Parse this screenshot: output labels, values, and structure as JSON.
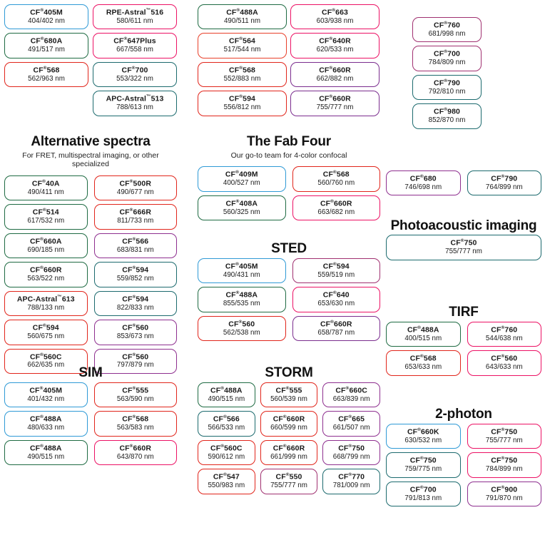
{
  "palette": {
    "blue": "#2f9ad6",
    "green": "#1f6b43",
    "teal": "#1c6a6e",
    "red": "#e1251b",
    "orange_red": "#e8402a",
    "magenta": "#ec1164",
    "pink": "#e6007e",
    "purple": "#8e2f8f",
    "violet": "#7b2d8e",
    "plum": "#a03070",
    "text": "#1a1a1a"
  },
  "sections": [
    {
      "id": "top-a",
      "title": "",
      "subtitle": "",
      "columns": 1,
      "chips": [
        {
          "name": "CF",
          "reg": "®",
          "code": "405M",
          "value": "404/402 nm",
          "color": "#2f9ad6"
        },
        {
          "name": "CF",
          "reg": "®",
          "code": "680A",
          "value": "491/517 nm",
          "color": "#1f6b43"
        },
        {
          "name": "CF",
          "reg": "®",
          "code": "568",
          "value": "562/963 nm",
          "color": "#e1251b"
        }
      ]
    },
    {
      "id": "top-b",
      "title": "",
      "subtitle": "",
      "columns": 1,
      "chips": [
        {
          "name": "RPE-Astral",
          "reg": "™",
          "code": "516",
          "value": "580/611 nm",
          "color": "#ec1164"
        },
        {
          "name": "CF",
          "reg": "®",
          "code": "647Plus",
          "value": "667/558 nm",
          "color": "#ec1164"
        },
        {
          "name": "CF",
          "reg": "®",
          "code": "700",
          "value": "553/322 nm",
          "color": "#1c6a6e"
        },
        {
          "name": "APC-Astral",
          "reg": "™",
          "code": "513",
          "value": "788/613 nm",
          "color": "#1c6a6e"
        }
      ]
    },
    {
      "id": "top-c",
      "title": "",
      "subtitle": "",
      "columns": 1,
      "chips": [
        {
          "name": "CF",
          "reg": "®",
          "code": "488A",
          "value": "490/511 nm",
          "color": "#1f6b43"
        },
        {
          "name": "CF",
          "reg": "®",
          "code": "564",
          "value": "517/544 nm",
          "color": "#e8402a"
        },
        {
          "name": "CF",
          "reg": "®",
          "code": "568",
          "value": "552/883 nm",
          "color": "#e1251b"
        },
        {
          "name": "CF",
          "reg": "®",
          "code": "594",
          "value": "556/812 nm",
          "color": "#e1251b"
        }
      ]
    },
    {
      "id": "top-d",
      "title": "",
      "subtitle": "",
      "columns": 1,
      "chips": [
        {
          "name": "CF",
          "reg": "®",
          "code": "663",
          "value": "603/938 nm",
          "color": "#ec1164"
        },
        {
          "name": "CF",
          "reg": "®",
          "code": "640R",
          "value": "620/533 nm",
          "color": "#ec1164"
        },
        {
          "name": "CF",
          "reg": "®",
          "code": "660R",
          "value": "662/882 nm",
          "color": "#7b2d8e"
        },
        {
          "name": "CF",
          "reg": "®",
          "code": "660R",
          "value": "755/777 nm",
          "color": "#7b2d8e"
        }
      ]
    },
    {
      "id": "top-e",
      "title": "",
      "subtitle": "",
      "columns": 1,
      "chips": [
        {
          "name": "CF",
          "reg": "®",
          "code": "760",
          "value": "681/998 nm",
          "color": "#a03070"
        },
        {
          "name": "CF",
          "reg": "®",
          "code": "700",
          "value": "784/809 nm",
          "color": "#a03070"
        },
        {
          "name": "CF",
          "reg": "®",
          "code": "790",
          "value": "792/810 nm",
          "color": "#1c6a6e"
        },
        {
          "name": "CF",
          "reg": "®",
          "code": "980",
          "value": "852/870 nm",
          "color": "#1c6a6e"
        }
      ]
    },
    {
      "id": "alt",
      "title": "Alternative spectra",
      "subtitle": "For FRET, multispectral imaging, or other specialized",
      "columns": 2,
      "chips": [
        {
          "name": "CF",
          "reg": "®",
          "code": "40A",
          "value": "490/411 nm",
          "color": "#1f6b43"
        },
        {
          "name": "CF",
          "reg": "®",
          "code": "500R",
          "value": "490/677 nm",
          "color": "#e1251b"
        },
        {
          "name": "CF",
          "reg": "®",
          "code": "514",
          "value": "617/532 nm",
          "color": "#1f6b43"
        },
        {
          "name": "CF",
          "reg": "®",
          "code": "666R",
          "value": "811/733 nm",
          "color": "#e1251b"
        },
        {
          "name": "CF",
          "reg": "®",
          "code": "660A",
          "value": "690/185 nm",
          "color": "#1f6b43"
        },
        {
          "name": "CF",
          "reg": "®",
          "code": "566",
          "value": "683/831 nm",
          "color": "#8e2f8f"
        },
        {
          "name": "CF",
          "reg": "®",
          "code": "660R",
          "value": "563/522 nm",
          "color": "#1f6b43"
        },
        {
          "name": "CF",
          "reg": "®",
          "code": "594",
          "value": "559/852 nm",
          "color": "#1c6a6e"
        },
        {
          "name": "APC-Astral",
          "reg": "™",
          "code": "613",
          "value": "788/133 nm",
          "color": "#e1251b"
        },
        {
          "name": "CF",
          "reg": "®",
          "code": "594",
          "value": "822/833 nm",
          "color": "#1c6a6e"
        },
        {
          "name": "CF",
          "reg": "®",
          "code": "594",
          "value": "560/675 nm",
          "color": "#e1251b"
        },
        {
          "name": "CF",
          "reg": "®",
          "code": "560",
          "value": "853/673 nm",
          "color": "#8e2f8f"
        },
        {
          "name": "CF",
          "reg": "®",
          "code": "560C",
          "value": "662/635 nm",
          "color": "#e1251b"
        },
        {
          "name": "CF",
          "reg": "®",
          "code": "560",
          "value": "797/879 nm",
          "color": "#8e2f8f"
        }
      ]
    },
    {
      "id": "fab",
      "title": "The Fab Four",
      "subtitle": "Our go-to team for 4-color confocal",
      "columns": 2,
      "chips": [
        {
          "name": "CF",
          "reg": "®",
          "code": "409M",
          "value": "400/527 nm",
          "color": "#2f9ad6"
        },
        {
          "name": "CF",
          "reg": "®",
          "code": "568",
          "value": "560/760 nm",
          "color": "#e1251b"
        },
        {
          "name": "CF",
          "reg": "®",
          "code": "408A",
          "value": "560/325 nm",
          "color": "#1f6b43"
        },
        {
          "name": "CF",
          "reg": "®",
          "code": "660R",
          "value": "663/682 nm",
          "color": "#ec1164"
        }
      ]
    },
    {
      "id": "sted",
      "title": "STED",
      "subtitle": "",
      "columns": 2,
      "chips": [
        {
          "name": "CF",
          "reg": "®",
          "code": "405M",
          "value": "490/431 nm",
          "color": "#2f9ad6"
        },
        {
          "name": "CF",
          "reg": "®",
          "code": "594",
          "value": "559/519 nm",
          "color": "#a03070"
        },
        {
          "name": "CF",
          "reg": "®",
          "code": "488A",
          "value": "855/535 nm",
          "color": "#1f6b43"
        },
        {
          "name": "CF",
          "reg": "®",
          "code": "640",
          "value": "653/630 nm",
          "color": "#ec1164"
        },
        {
          "name": "CF",
          "reg": "®",
          "code": "560",
          "value": "562/538 nm",
          "color": "#e1251b"
        },
        {
          "name": "CF",
          "reg": "®",
          "code": "660R",
          "value": "658/787 nm",
          "color": "#7b2d8e"
        }
      ]
    },
    {
      "id": "storm",
      "title": "STORM",
      "subtitle": "",
      "columns": 3,
      "chips": [
        {
          "name": "CF",
          "reg": "®",
          "code": "488A",
          "value": "490/515 nm",
          "color": "#1f6b43"
        },
        {
          "name": "CF",
          "reg": "®",
          "code": "555",
          "value": "560/539 nm",
          "color": "#e1251b"
        },
        {
          "name": "CF",
          "reg": "®",
          "code": "660C",
          "value": "663/839 nm",
          "color": "#8e2f8f"
        },
        {
          "name": "CF",
          "reg": "®",
          "code": "566",
          "value": "566/533 nm",
          "color": "#1c6a6e"
        },
        {
          "name": "CF",
          "reg": "®",
          "code": "660R",
          "value": "660/599 nm",
          "color": "#e1251b"
        },
        {
          "name": "CF",
          "reg": "®",
          "code": "665",
          "value": "661/507 nm",
          "color": "#8e2f8f"
        },
        {
          "name": "CF",
          "reg": "®",
          "code": "560C",
          "value": "590/612 nm",
          "color": "#e1251b"
        },
        {
          "name": "CF",
          "reg": "®",
          "code": "660R",
          "value": "661/999 nm",
          "color": "#e1251b"
        },
        {
          "name": "CF",
          "reg": "®",
          "code": "750",
          "value": "668/799 nm",
          "color": "#8e2f8f"
        },
        {
          "name": "CF",
          "reg": "®",
          "code": "547",
          "value": "550/983 nm",
          "color": "#e1251b"
        },
        {
          "name": "CF",
          "reg": "®",
          "code": "550",
          "value": "755/777 nm",
          "color": "#a03070"
        },
        {
          "name": "CF",
          "reg": "®",
          "code": "770",
          "value": "781/009 nm",
          "color": "#1c6a6e"
        }
      ]
    },
    {
      "id": "sim",
      "title": "SIM",
      "subtitle": "",
      "columns": 2,
      "chips": [
        {
          "name": "CF",
          "reg": "®",
          "code": "405M",
          "value": "401/432 nm",
          "color": "#2f9ad6"
        },
        {
          "name": "CF",
          "reg": "®",
          "code": "555",
          "value": "563/590 nm",
          "color": "#e1251b"
        },
        {
          "name": "CF",
          "reg": "®",
          "code": "488A",
          "value": "480/633 nm",
          "color": "#2f9ad6"
        },
        {
          "name": "CF",
          "reg": "®",
          "code": "568",
          "value": "563/583 nm",
          "color": "#e1251b"
        },
        {
          "name": "CF",
          "reg": "®",
          "code": "488A",
          "value": "490/515 nm",
          "color": "#1f6b43"
        },
        {
          "name": "CF",
          "reg": "®",
          "code": "660R",
          "value": "643/870 nm",
          "color": "#ec1164"
        }
      ]
    },
    {
      "id": "pa-pair",
      "title": "",
      "subtitle": "",
      "columns": 2,
      "chips": [
        {
          "name": "CF",
          "reg": "®",
          "code": "680",
          "value": "746/698 nm",
          "color": "#8e2f8f"
        },
        {
          "name": "CF",
          "reg": "®",
          "code": "790",
          "value": "764/899 nm",
          "color": "#1c6a6e"
        }
      ]
    },
    {
      "id": "photo",
      "title": "Photoacoustic imaging",
      "subtitle": "",
      "columns": 1,
      "chips": [
        {
          "name": "CF",
          "reg": "®",
          "code": "750",
          "value": "755/777 nm",
          "color": "#1c6a6e"
        }
      ]
    },
    {
      "id": "tirf",
      "title": "TIRF",
      "subtitle": "",
      "columns": 2,
      "chips": [
        {
          "name": "CF",
          "reg": "®",
          "code": "488A",
          "value": "400/515 nm",
          "color": "#1f6b43"
        },
        {
          "name": "CF",
          "reg": "®",
          "code": "760",
          "value": "544/638 nm",
          "color": "#ec1164"
        },
        {
          "name": "CF",
          "reg": "®",
          "code": "568",
          "value": "653/633 nm",
          "color": "#e1251b"
        },
        {
          "name": "CF",
          "reg": "®",
          "code": "560",
          "value": "643/633 nm",
          "color": "#ec1164"
        }
      ]
    },
    {
      "id": "twophoton",
      "title": "2-photon",
      "subtitle": "",
      "columns": 2,
      "chips": [
        {
          "name": "CF",
          "reg": "®",
          "code": "660K",
          "value": "630/532 nm",
          "color": "#2f9ad6"
        },
        {
          "name": "CF",
          "reg": "®",
          "code": "750",
          "value": "755/777 nm",
          "color": "#ec1164"
        },
        {
          "name": "CF",
          "reg": "®",
          "code": "750",
          "value": "759/775 nm",
          "color": "#1c6a6e"
        },
        {
          "name": "CF",
          "reg": "®",
          "code": "750",
          "value": "784/899 nm",
          "color": "#ec1164"
        },
        {
          "name": "CF",
          "reg": "®",
          "code": "700",
          "value": "791/813 nm",
          "color": "#1c6a6e"
        },
        {
          "name": "CF",
          "reg": "®",
          "code": "900",
          "value": "791/870 nm",
          "color": "#8e2f8f"
        }
      ]
    }
  ]
}
